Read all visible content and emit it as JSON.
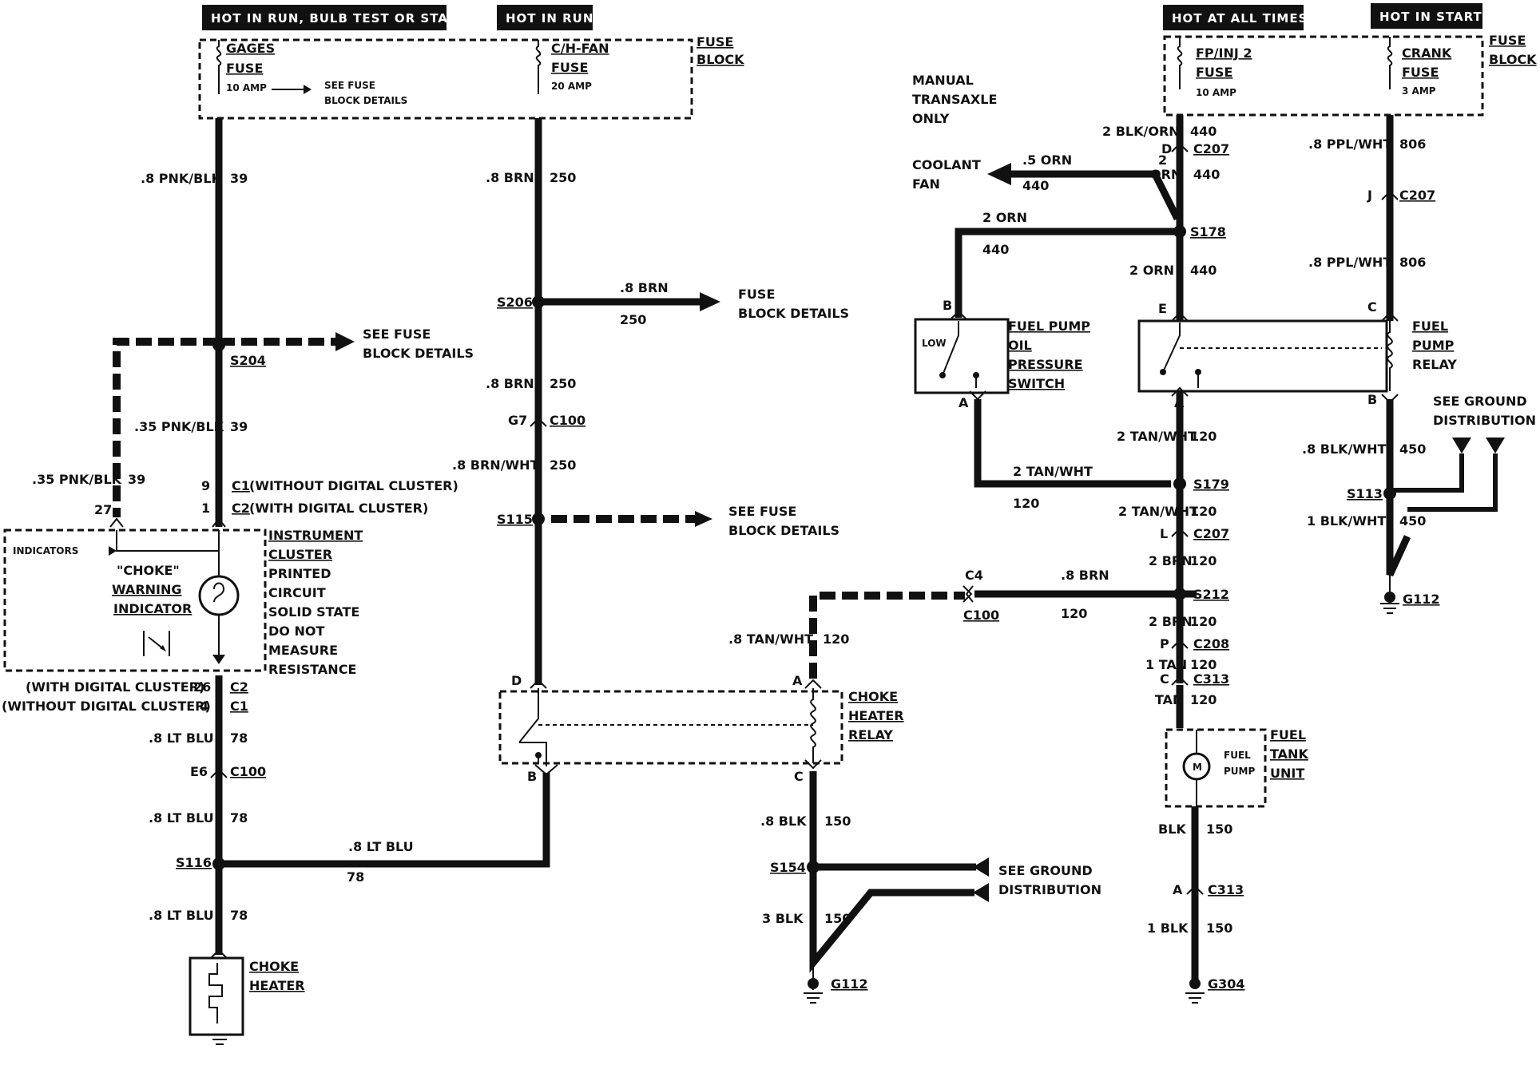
{
  "headers": {
    "hot_run_bulb_start": "HOT IN RUN, BULB TEST OR START",
    "hot_in_run": "HOT IN RUN",
    "hot_at_all_times": "HOT AT ALL TIMES",
    "hot_in_start": "HOT IN START"
  },
  "fuse_block_left": {
    "label_1": "FUSE",
    "label_2": "BLOCK",
    "gages_1": "GAGES",
    "gages_2": "FUSE",
    "gages_amp": "10 AMP",
    "see_fuse_1": "SEE FUSE",
    "see_fuse_2": "BLOCK DETAILS",
    "chfan_1": "C/H-FAN",
    "chfan_2": "FUSE",
    "chfan_amp": "20 AMP"
  },
  "fuse_block_right": {
    "label_1": "FUSE",
    "label_2": "BLOCK",
    "fpinj_1": "FP/INJ 2",
    "fpinj_2": "FUSE",
    "fpinj_amp": "10 AMP",
    "crank_1": "CRANK",
    "crank_2": "FUSE",
    "crank_amp": "3 AMP"
  },
  "left_circuit": {
    "w1_size": ".8 PNK/BLK",
    "w1_num": "39",
    "s204": "S204",
    "see_fuse_1": "SEE FUSE",
    "see_fuse_2": "BLOCK DETAILS",
    "w2_size": ".35 PNK/BLK",
    "w2_num": "39",
    "w3_size": ".35 PNK/BLK",
    "w3_num": "39",
    "pin_27": "27",
    "pin_9": "9",
    "pin_1": "1",
    "c1": "C1",
    "c1_desc": "(WITHOUT DIGITAL CLUSTER)",
    "c2": "C2",
    "c2_desc": "(WITH DIGITAL CLUSTER)",
    "indicators": "INDICATORS",
    "choke_1": "\"CHOKE\"",
    "choke_2": "WARNING",
    "choke_3": "INDICATOR",
    "ic_1": "INSTRUMENT",
    "ic_2": "CLUSTER",
    "ic_3": "PRINTED",
    "ic_4": "CIRCUIT",
    "ic_5": "SOLID STATE",
    "ic_6": "DO NOT",
    "ic_7": "MEASURE",
    "ic_8": "RESISTANCE",
    "with_digital": "(WITH DIGITAL CLUSTER)",
    "without_digital": "(WITHOUT DIGITAL CLUSTER)",
    "pin_26": "26",
    "pin_4": "4",
    "c2b": "C2",
    "c1b": "C1",
    "w4_size": ".8 LT BLU",
    "w4_num": "78",
    "e6": "E6",
    "c100": "C100",
    "w5_size": ".8 LT BLU",
    "w5_num": "78",
    "s116": "S116",
    "w6_size": ".8 LT BLU",
    "w6_num": "78",
    "w7_size": ".8 LT BLU",
    "w7_num": "78",
    "choke_heater_1": "CHOKE",
    "choke_heater_2": "HEATER"
  },
  "mid_circuit": {
    "w1_size": ".8 BRN",
    "w1_num": "250",
    "s206": "S206",
    "w2_size": ".8 BRN",
    "w2_num": "250",
    "fuse_1": "FUSE",
    "fuse_2": "BLOCK DETAILS",
    "w3_size": ".8 BRN",
    "w3_num": "250",
    "g7": "G7",
    "c100": "C100",
    "w4_size": ".8 BRN/WHT",
    "w4_num": "250",
    "s115": "S115",
    "see_fuse_1": "SEE FUSE",
    "see_fuse_2": "BLOCK DETAILS",
    "pin_d": "D",
    "pin_a": "A",
    "pin_b": "B",
    "pin_c": "C",
    "relay_1": "CHOKE",
    "relay_2": "HEATER",
    "relay_3": "RELAY",
    "w5_size": ".8 TAN/WHT",
    "w5_num": "120",
    "c4": "C4",
    "c100b": "C100",
    "w6_size": ".8 BRN",
    "w6_num": "120",
    "w7_size": ".8 BLK",
    "w7_num": "150",
    "s154": "S154",
    "see_ground_1": "SEE GROUND",
    "see_ground_2": "DISTRIBUTION",
    "w8_size": "3 BLK",
    "w8_num": "150",
    "g112": "G112"
  },
  "right_circuit": {
    "manual_1": "MANUAL",
    "manual_2": "TRANSAXLE",
    "manual_3": "ONLY",
    "coolant_1": "COOLANT",
    "coolant_2": "FAN",
    "w_cool_size": ".5 ORN",
    "w_cool_num": "440",
    "w1_size": "2 BLK/ORN",
    "w1_num": "440",
    "pin_d": "D",
    "c207": "C207",
    "w2_size_a": "2",
    "w2_size_b": "ORN",
    "w2_num": "440",
    "s178": "S178",
    "w3_size": "2 ORN",
    "w3_num": "440",
    "w4_size": "2 ORN",
    "w4_num": "440",
    "pin_b1": "B",
    "pin_e": "E",
    "low": "LOW",
    "pin_a1": "A",
    "ops_1": "FUEL PUMP",
    "ops_2": "OIL",
    "ops_3": "PRESSURE",
    "ops_4": "SWITCH",
    "pin_a2": "A",
    "w5_size": "2 TAN/WHT",
    "w5_num": "120",
    "w6_size": "2 TAN/WHT",
    "w6_num": "120",
    "s179": "S179",
    "w7_size": "2 TAN/WHT",
    "w7_num": "120",
    "pin_l": "L",
    "c207b": "C207",
    "w8_size": "2 BRN",
    "w8_num": "120",
    "s212": "S212",
    "w9_size": "2 BRN",
    "w9_num": "120",
    "pin_p": "P",
    "c208": "C208",
    "w10_size": "1 TAN",
    "w10_num": "120",
    "pin_c": "C",
    "c313": "C313",
    "w11_size": "TAN",
    "w11_num": "120",
    "ftu_1": "FUEL",
    "ftu_2": "TANK",
    "ftu_3": "UNIT",
    "fuel": "FUEL",
    "pump": "PUMP",
    "motor": "M",
    "w12_size": "BLK",
    "w12_num": "150",
    "pin_a3": "A",
    "c313b": "C313",
    "w13_size": "1 BLK",
    "w13_num": "150",
    "g304": "G304",
    "w14_size": ".8 PPL/WHT",
    "w14_num": "806",
    "pin_j": "J",
    "c207c": "C207",
    "w15_size": ".8 PPL/WHT",
    "w15_num": "806",
    "pin_c2": "C",
    "fpr_1": "FUEL",
    "fpr_2": "PUMP",
    "fpr_3": "RELAY",
    "pin_b2": "B",
    "see_ground_1": "SEE GROUND",
    "see_ground_2": "DISTRIBUTION",
    "w16_size": ".8 BLK/WHT",
    "w16_num": "450",
    "s113": "S113",
    "w17_size": "1 BLK/WHT",
    "w17_num": "450",
    "g112": "G112"
  }
}
